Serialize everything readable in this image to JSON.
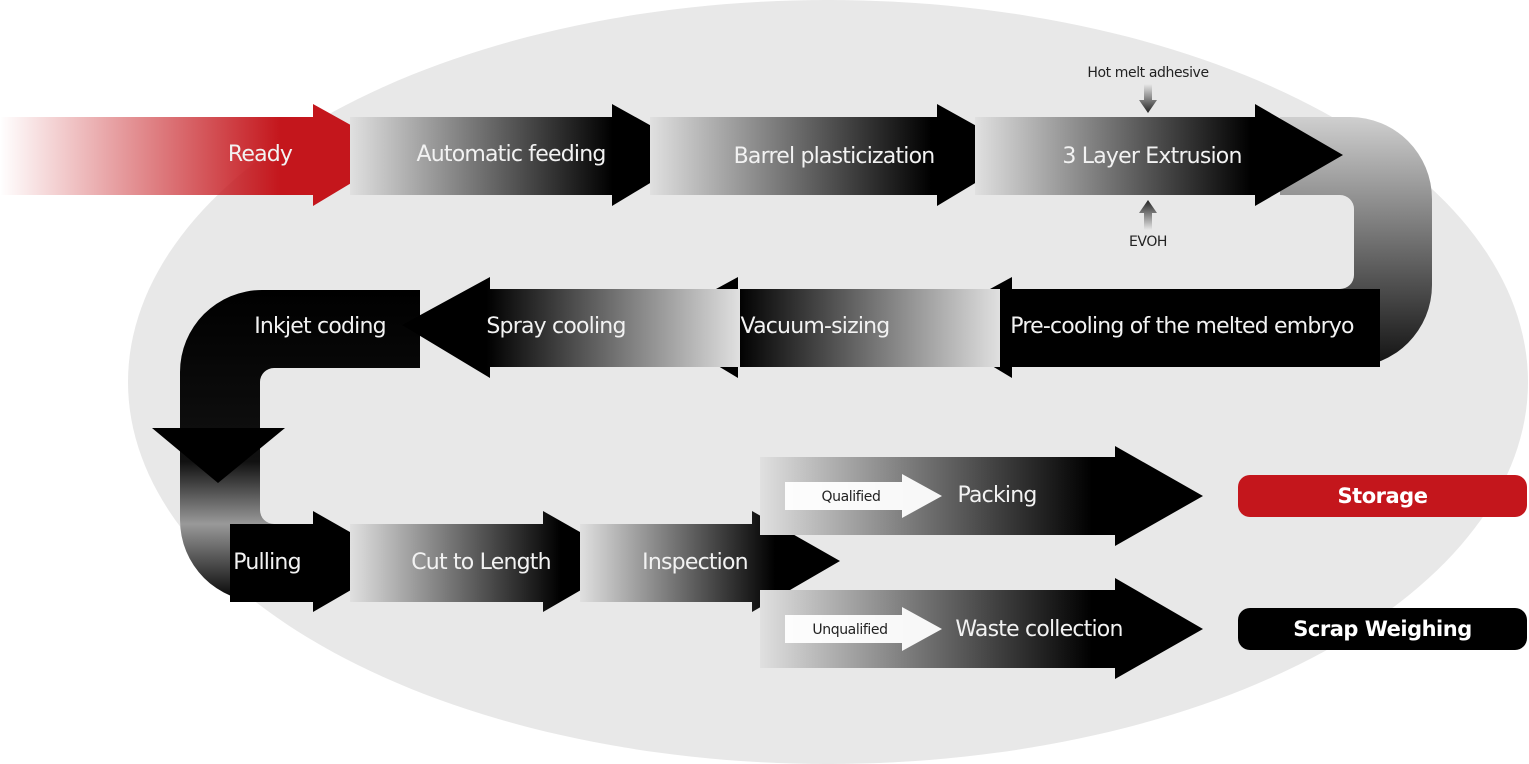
{
  "diagram": {
    "colors": {
      "accent_red": "#c4161c",
      "arrow_dark": "#000000",
      "background": "#e8e8e8"
    },
    "steps": {
      "ready": "Ready",
      "automatic_feeding": "Automatic feeding",
      "barrel_plasticization": "Barrel plasticization",
      "three_layer_extrusion": "3 Layer Extrusion",
      "pre_cooling": "Pre-cooling of the melted embryo",
      "vacuum_sizing": "Vacuum-sizing",
      "spray_cooling": "Spray cooling",
      "inkjet_coding": "Inkjet coding",
      "pulling": "Pulling",
      "cut_to_length": "Cut to Length",
      "inspection": "Inspection",
      "packing": "Packing",
      "waste_collection": "Waste collection"
    },
    "inputs": {
      "hot_melt_adhesive": "Hot melt adhesive",
      "evoh": "EVOH"
    },
    "branches": {
      "qualified": "Qualified",
      "unqualified": "Unqualified"
    },
    "outcomes": {
      "storage": "Storage",
      "scrap_weighing": "Scrap Weighing"
    }
  }
}
